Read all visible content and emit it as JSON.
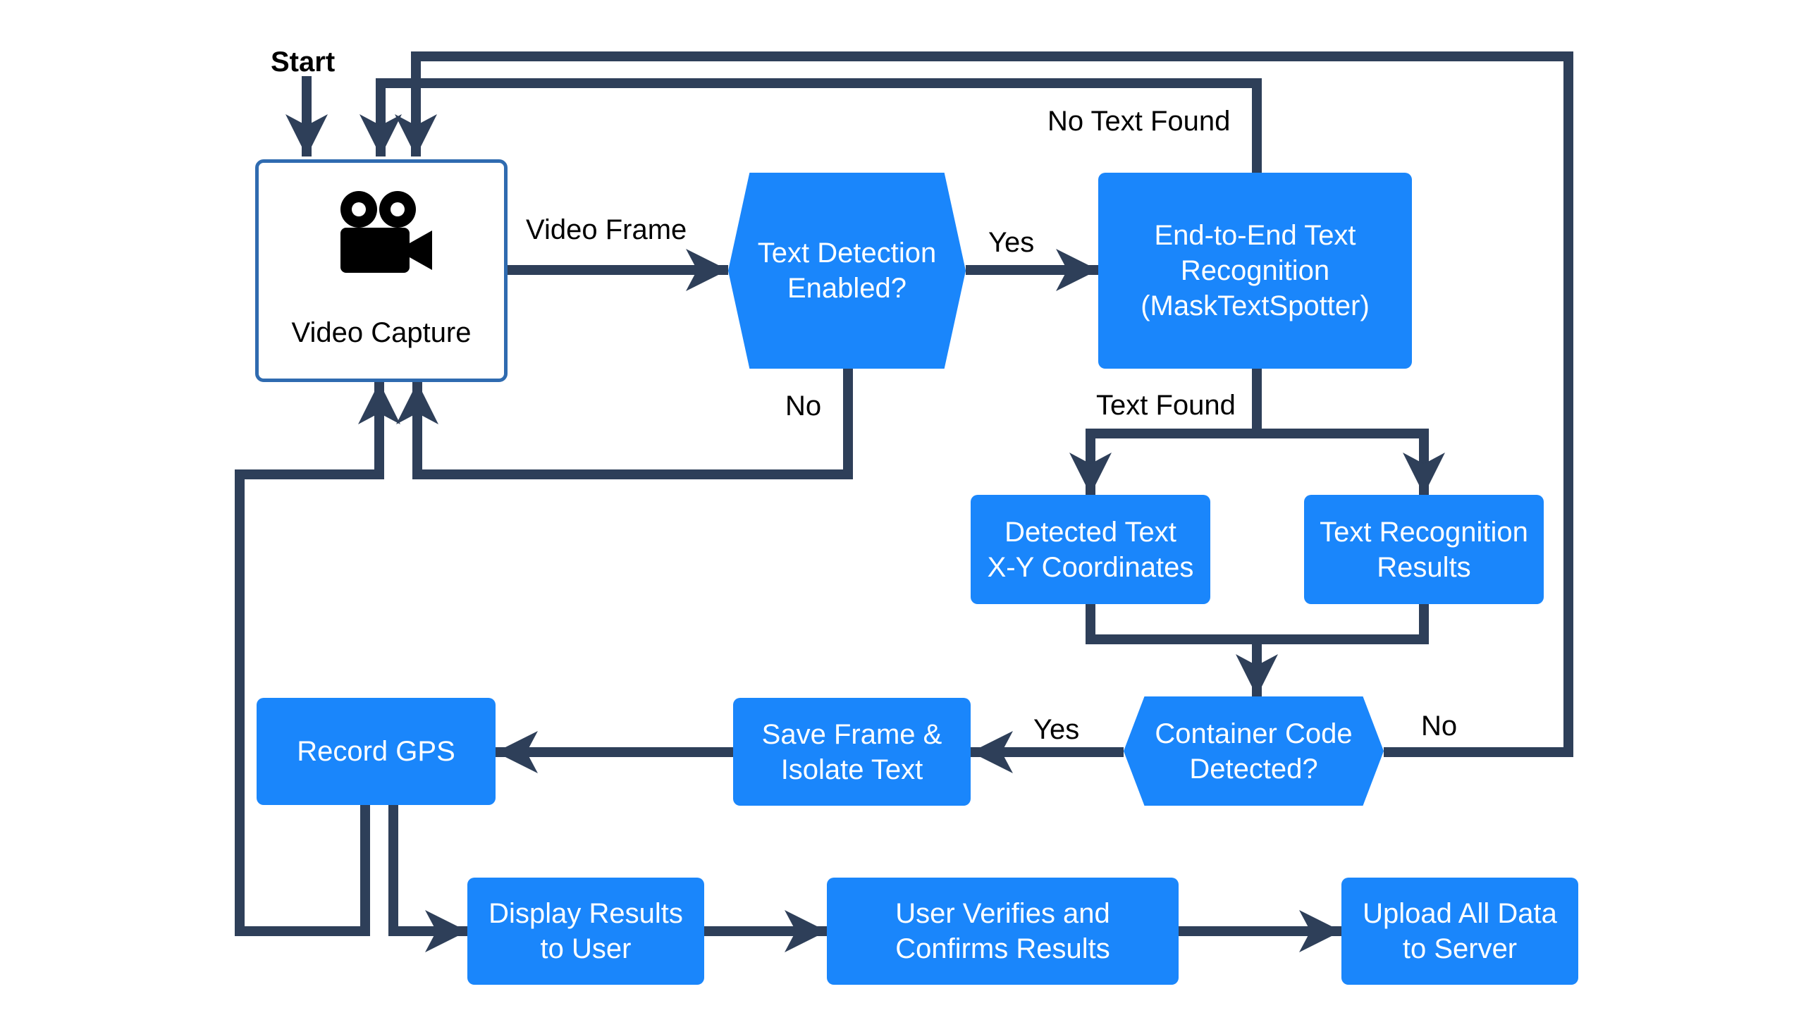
{
  "start_label": "Start",
  "nodes": {
    "video_capture": "Video Capture",
    "text_detection": "Text Detection\nEnabled?",
    "e2e": "End-to-End Text\nRecognition\n(MaskTextSpotter)",
    "detected_xy": "Detected Text\nX-Y Coordinates",
    "recog_results": "Text Recognition\nResults",
    "container_code": "Container Code\nDetected?",
    "save_frame": "Save Frame &\nIsolate Text",
    "record_gps": "Record GPS",
    "display_results": "Display Results\nto User",
    "user_verifies": "User Verifies and\nConfirms Results",
    "upload": "Upload All Data\nto Server"
  },
  "edge_labels": {
    "video_frame": "Video Frame",
    "yes_detect": "Yes",
    "no_detect": "No",
    "no_text_found": "No Text Found",
    "text_found": "Text Found",
    "yes_container": "Yes",
    "no_container": "No"
  },
  "icons": {
    "camera": "movie-camera-icon"
  },
  "colors": {
    "node_fill": "#1a86fb",
    "arrow": "#2e3f59",
    "capture_border": "#2f6bb0"
  }
}
